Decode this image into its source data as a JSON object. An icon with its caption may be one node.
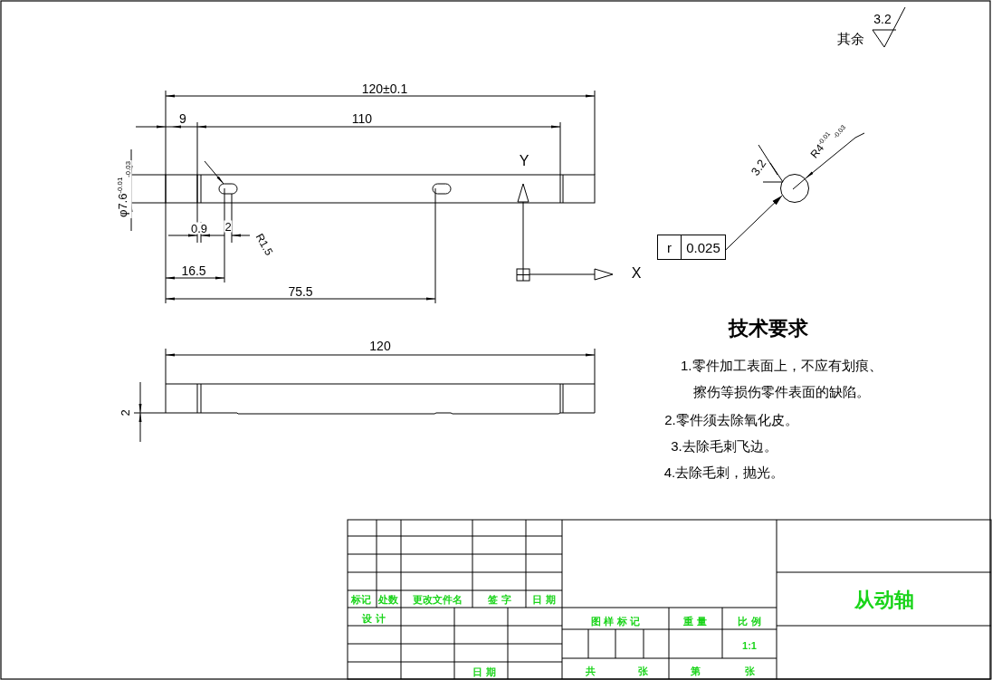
{
  "diagram": {
    "nodes": [
      {
        "text": [
          "r",
          "0.025"
        ]
      },
      {
        "text": [],
        "shape": "circle"
      }
    ],
    "edges": [
      {
        "from": 0,
        "to": 1,
        "arrow": "to"
      }
    ],
    "labels": [
      "其余",
      "3.2",
      "120±0.1",
      "9",
      "110",
      "φ7.6$^{-0.01}$$_{-0.03}$",
      "Y",
      "0.9",
      "2",
      "R1.5",
      "16.5",
      "75.5",
      "X",
      "3.2",
      "R4$^{-0.01}$$_{-0.03}$",
      "120",
      "2",
      "技术要求",
      "1.零件加工表面上，不应有划痕、擦伤等损伤零件表面的缺陷。",
      "2.零件须去除氧化皮。",
      "3.去除毛刺飞边。",
      "4.去除毛刺，抛光。",
      "标记",
      "处数",
      "更改文件名",
      "签 字",
      "日 期",
      "从动轴",
      "设 计",
      "图 样 标 记",
      "重 量",
      "比 例",
      "1:1",
      "日 期",
      "共",
      "张",
      "第",
      "张"
    ]
  }
}
